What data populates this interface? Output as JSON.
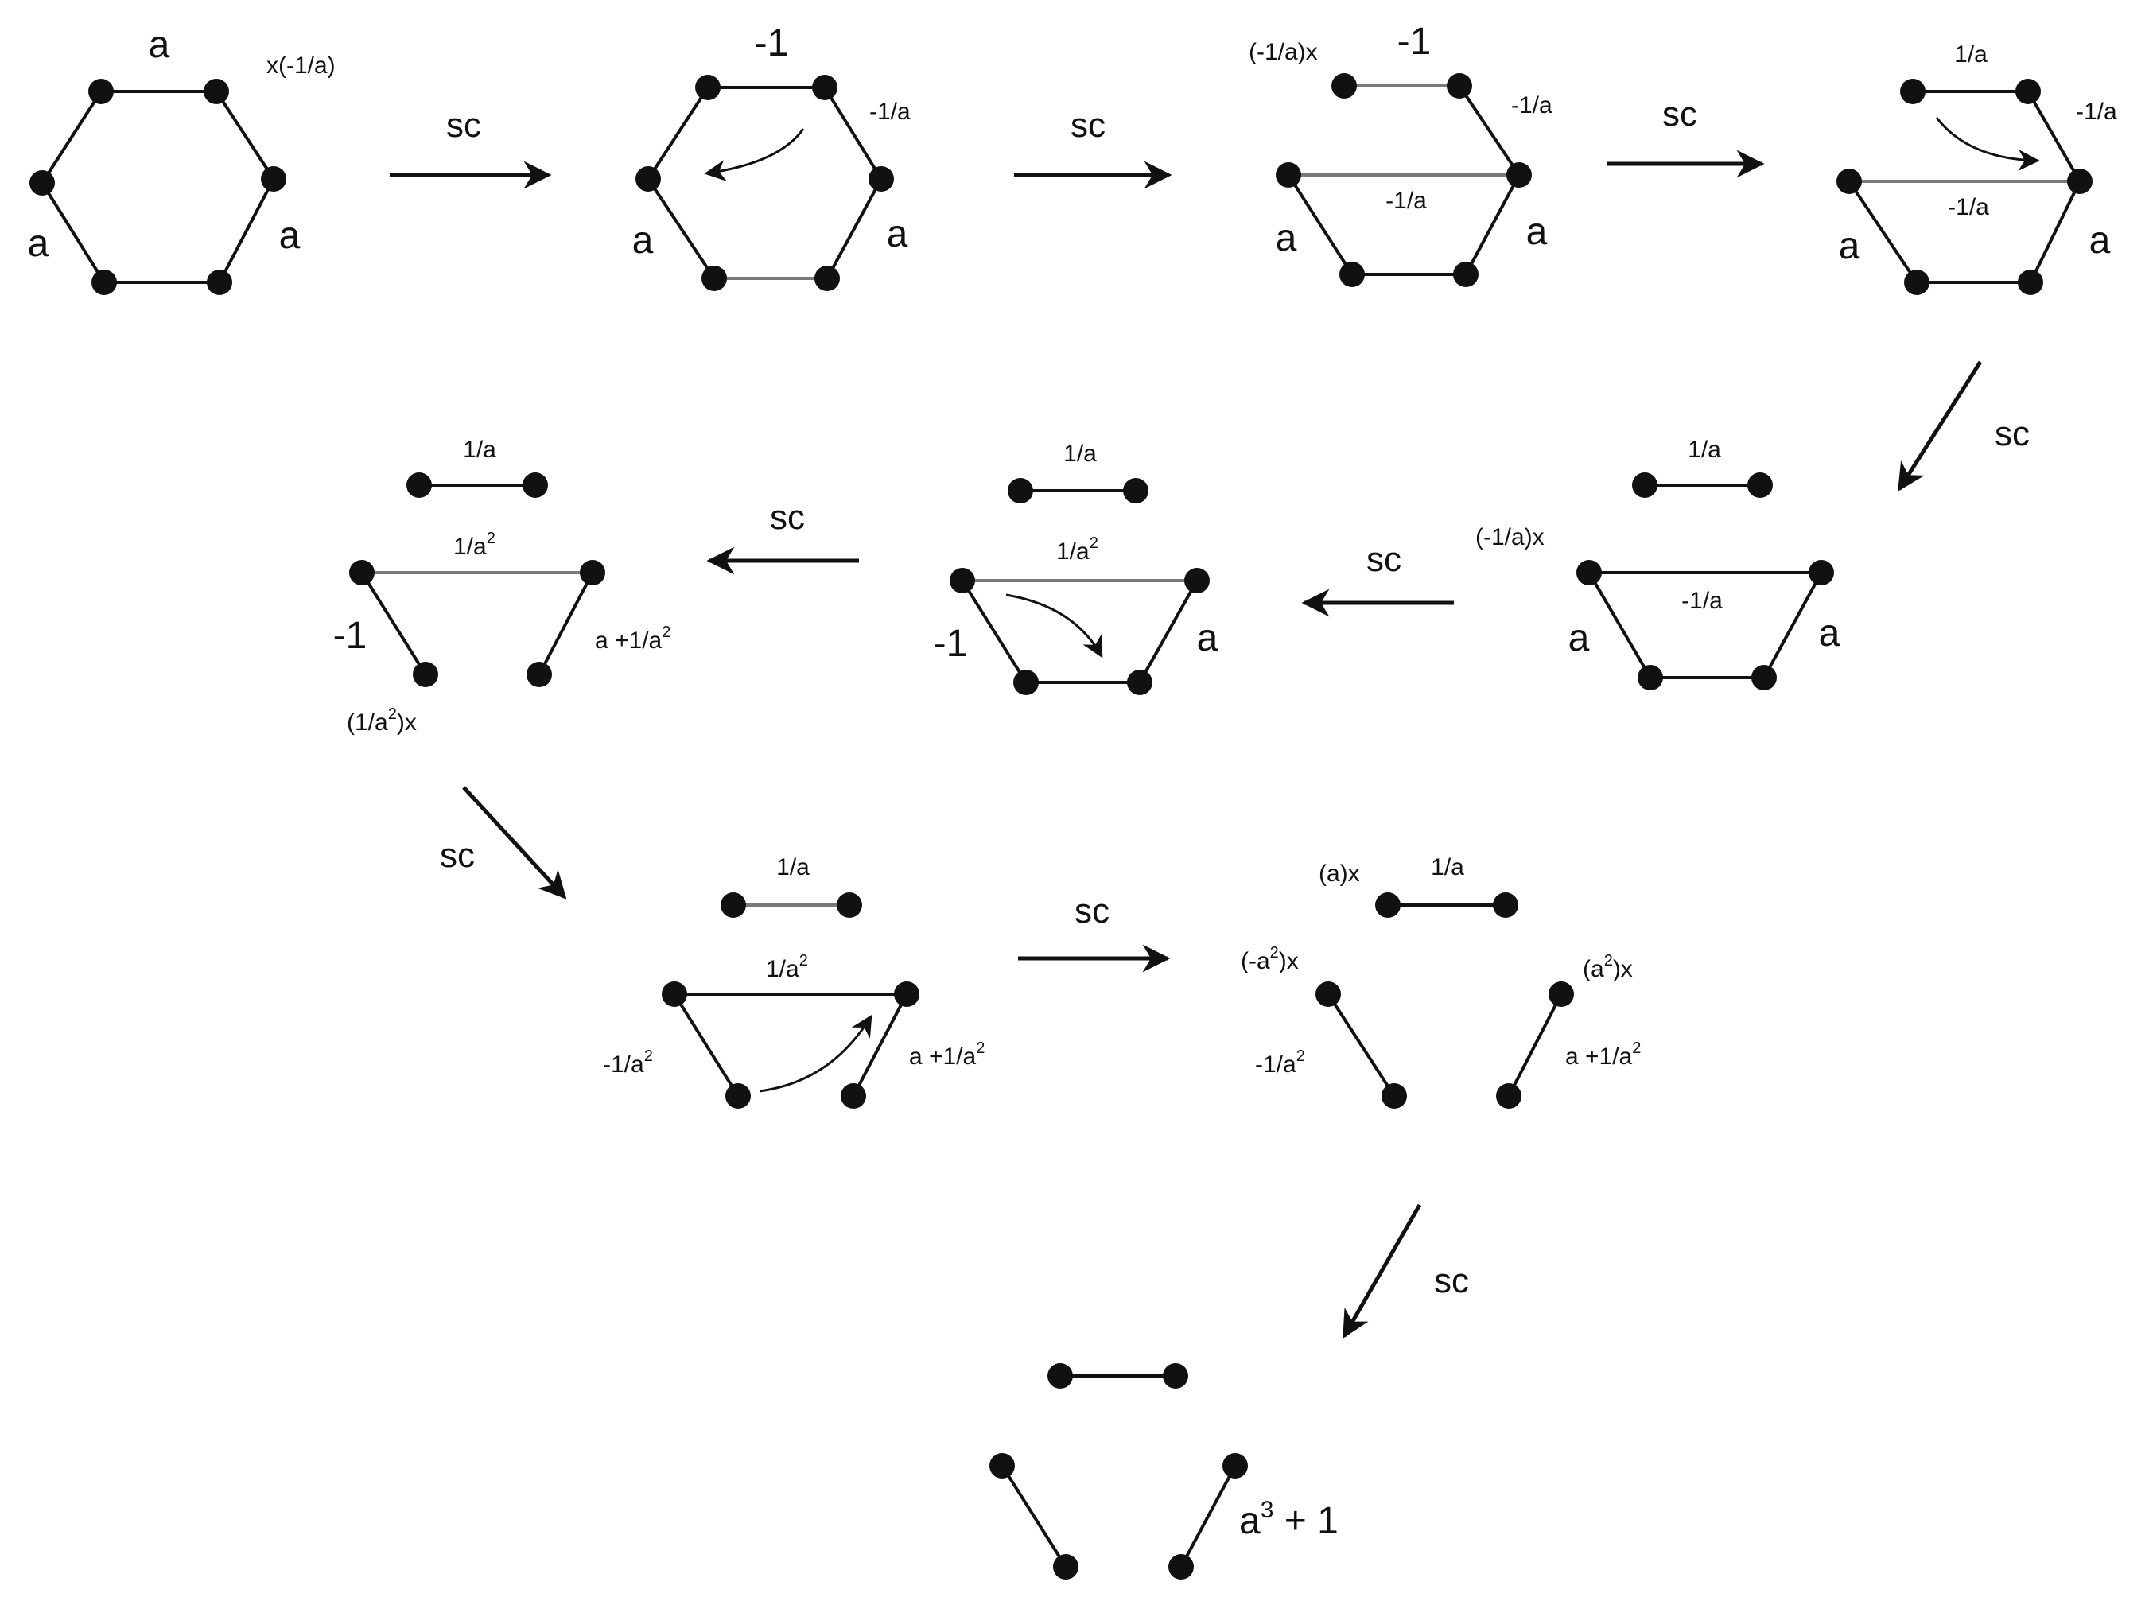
{
  "colors": {
    "ink": "#111111",
    "grey_edge": "#7a7a7a",
    "background": "#ffffff"
  },
  "operation_label": "sc",
  "labels": {
    "s1_top": "a",
    "s1_ext": "x(-1/a)",
    "s1_left": "a",
    "s1_right": "a",
    "s2_top": "-1",
    "s2_right_up": "-1/a",
    "s2_left": "a",
    "s2_right": "a",
    "s3_ext": "(-1/a)x",
    "s3_top": "-1",
    "s3_right_up": "-1/a",
    "s3_chord": "-1/a",
    "s3_left": "a",
    "s3_right": "a",
    "s4_top": "1/a",
    "s4_right_up": "-1/a",
    "s4_chord": "-1/a",
    "s4_left": "a",
    "s4_right": "a",
    "s5_top": "1/a",
    "s5_ext": "(-1/a)x",
    "s5_chord": "-1/a",
    "s5_left": "a",
    "s5_right": "a",
    "s6_top": "1/a",
    "s6_chord_base": "1/a",
    "s6_chord_sup": "2",
    "s6_left": "-1",
    "s6_right": "a",
    "s7_top": "1/a",
    "s7_chord_base": "1/a",
    "s7_chord_sup": "2",
    "s7_left": "-1",
    "s7_right_base": "a +1/a",
    "s7_right_sup": "2",
    "s7_ext_base": "(1/a",
    "s7_ext_sup": "2",
    "s7_ext_tail": ")x",
    "s8_top": "1/a",
    "s8_chord_base": "1/a",
    "s8_chord_sup": "2",
    "s8_left_base": "-1/a",
    "s8_left_sup": "2",
    "s8_right_base": "a +1/a",
    "s8_right_sup": "2",
    "s9_ext_top": "(a)x",
    "s9_top": "1/a",
    "s9_ext_left_base": "(-a",
    "s9_ext_left_sup": "2",
    "s9_ext_left_tail": ")x",
    "s9_ext_right_base": "(a",
    "s9_ext_right_sup": "2",
    "s9_ext_right_tail": ")x",
    "s9_left_base": "-1/a",
    "s9_left_sup": "2",
    "s9_right_base": "a +1/a",
    "s9_right_sup": "2",
    "s10_base": "a",
    "s10_sup": "3",
    "s10_tail": " + 1"
  }
}
